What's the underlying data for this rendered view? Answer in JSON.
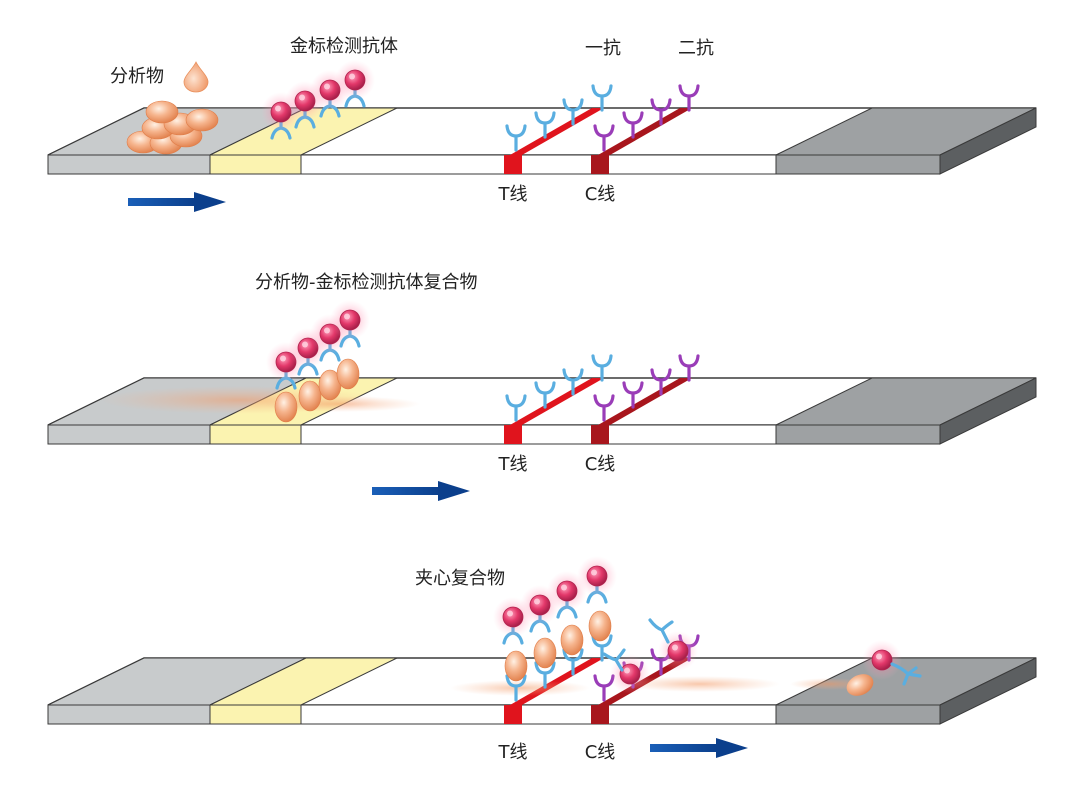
{
  "colors": {
    "sample_pad": "#c8cbcc",
    "conjugate_pad": "#fbf3b0",
    "membrane": "#ffffff",
    "absorbent_pad": "#9ea1a3",
    "strip_edge": "#3a3a3a",
    "test_line": "#e0141d",
    "control_line": "#a8161d",
    "capture_antibody": "#5aaee0",
    "secondary_antibody": "#9a3db8",
    "gold_particle": "#e33a6b",
    "analyte": "#f2a67a",
    "flow_arrow": "#0b4ea2"
  },
  "panels": [
    {
      "labels": {
        "analyte": "分析物",
        "gold_antibody": "金标检测抗体",
        "primary_antibody": "一抗",
        "secondary_antibody": "二抗",
        "test_line": "T线",
        "control_line": "C线"
      }
    },
    {
      "labels": {
        "complex": "分析物-金标检测抗体复合物",
        "test_line": "T线",
        "control_line": "C线"
      }
    },
    {
      "labels": {
        "sandwich": "夹心复合物",
        "test_line": "T线",
        "control_line": "C线"
      }
    }
  ]
}
